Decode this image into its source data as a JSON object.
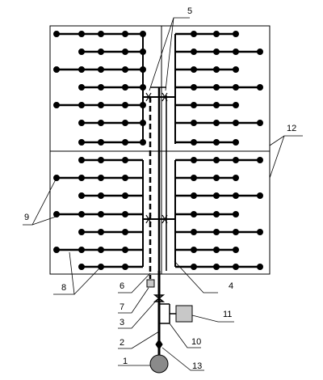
{
  "colors": {
    "ink": "#000000",
    "device_fill": "#c8c8c8",
    "pump_fill": "#8a8a8a",
    "background": "#ffffff"
  },
  "labels": {
    "ref_1": "1",
    "ref_2": "2",
    "ref_3": "3",
    "ref_4": "4",
    "ref_5": "5",
    "ref_6": "6",
    "ref_7": "7",
    "ref_8": "8",
    "ref_9": "9",
    "ref_10": "10",
    "ref_11": "11",
    "ref_12": "12",
    "ref_13": "13"
  }
}
